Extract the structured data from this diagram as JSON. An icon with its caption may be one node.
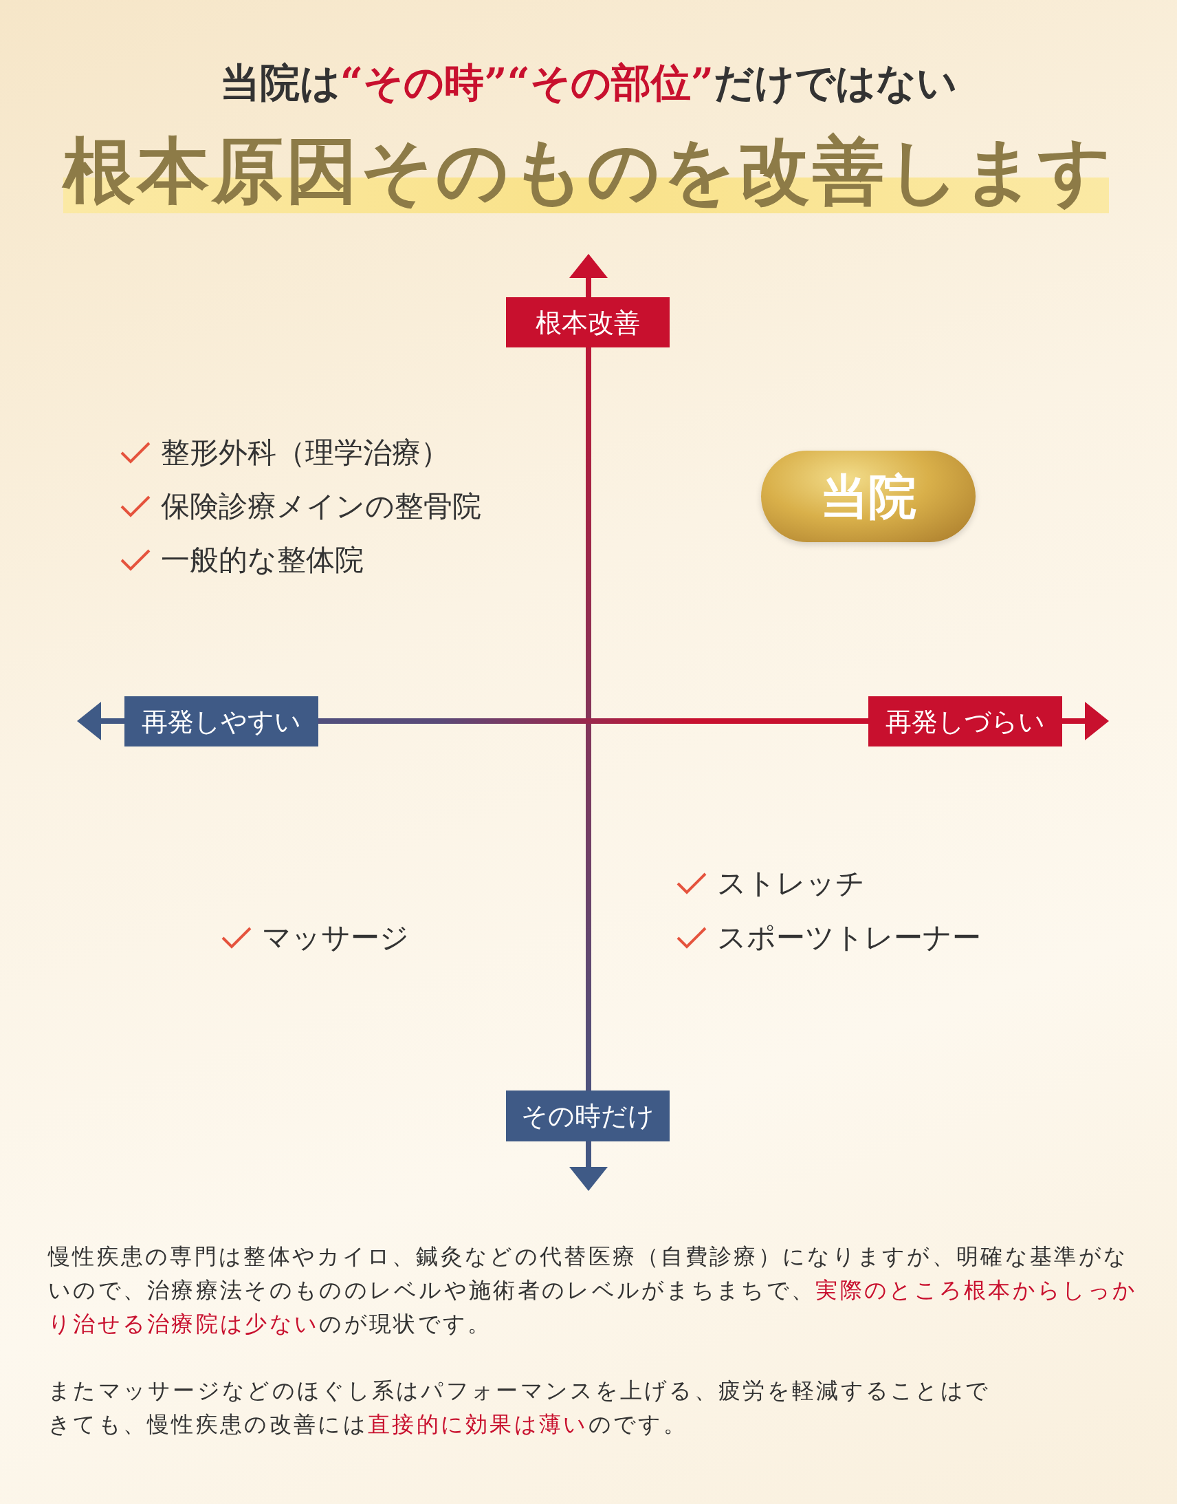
{
  "diagram": {
    "title": "当院は**“その時”“その部位”**だけではない",
    "nodes": [
      {
        "text": [
          "根本改善"
        ]
      },
      {
        "text": [
          "当院"
        ]
      },
      {
        "text": [
          "再発しやすい"
        ]
      },
      {
        "text": [
          "再発しづらい"
        ]
      },
      {
        "text": [
          "その時だけ"
        ]
      }
    ],
    "labels": [
      "根本原因そのものを改善します",
      "整形外科（理学治療）",
      "保険診療メインの整骨院",
      "一般的な整体院",
      "ストレッチ",
      "マッサージ",
      "スポーツトレーナー",
      "慢性疾患の専門は整体やカイロ、鍼灸などの代替医療（自費診療）になりますが、明確な基準がないので、治療療法そのもののレベルや施術者のレベルがまちまちで、**実際のところ根本からしっかり治せる治療院は少ない**のが現状です。",
      "またマッサージなどのほぐし系はパフォーマンスを上げる、疲労を軽減することはできても、慢性疾患の改善には**直接的に効果は薄い**のです。"
    ]
  }
}
